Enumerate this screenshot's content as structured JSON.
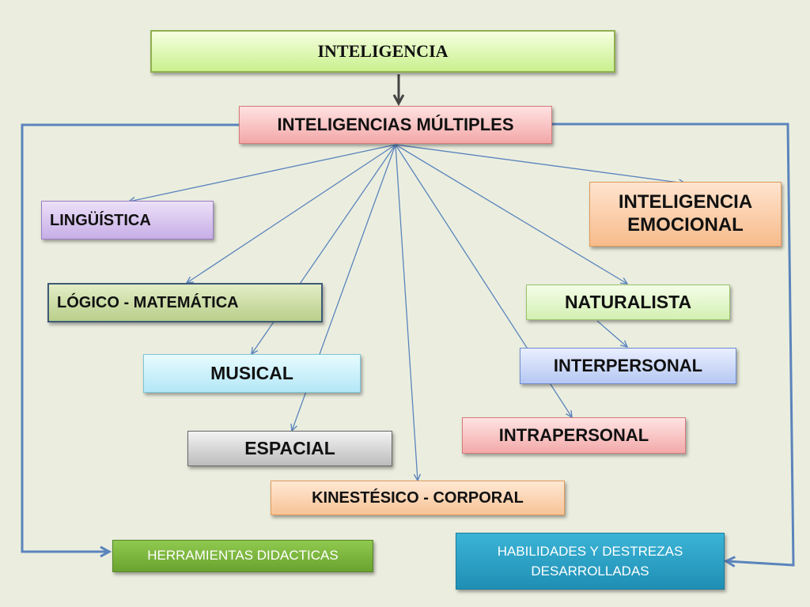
{
  "diagram": {
    "nodes": {
      "root": "INTELIGENCIA",
      "multiples": "INTELIGENCIAS MÚLTIPLES",
      "linguistica": "LINGÜÍSTICA",
      "logico": "LÓGICO - MATEMÁTICA",
      "musical": "MUSICAL",
      "espacial": "ESPACIAL",
      "kinestesico": "KINESTÉSICO - CORPORAL",
      "emocional_line1": "INTELIGENCIA",
      "emocional_line2": "EMOCIONAL",
      "naturalista": "NATURALISTA",
      "interpersonal": "INTERPERSONAL",
      "intrapersonal": "INTRAPERSONAL",
      "herramientas": "HERRAMIENTAS DIDACTICAS",
      "habilidades_line1": "HABILIDADES Y DESTREZAS",
      "habilidades_line2": "DESARROLLADAS"
    },
    "edges": [
      {
        "from": "root",
        "to": "multiples"
      },
      {
        "from": "multiples",
        "to": "linguistica"
      },
      {
        "from": "multiples",
        "to": "logico"
      },
      {
        "from": "multiples",
        "to": "musical"
      },
      {
        "from": "multiples",
        "to": "espacial"
      },
      {
        "from": "multiples",
        "to": "kinestesico"
      },
      {
        "from": "multiples",
        "to": "emocional"
      },
      {
        "from": "multiples",
        "to": "naturalista"
      },
      {
        "from": "multiples",
        "to": "interpersonal"
      },
      {
        "from": "multiples",
        "to": "intrapersonal"
      },
      {
        "from": "multiples",
        "to": "herramientas"
      },
      {
        "from": "multiples",
        "to": "habilidades"
      }
    ],
    "colors": {
      "connector": "#5b84bc",
      "root_arrow": "#444444",
      "background": "#ebeedf"
    }
  }
}
